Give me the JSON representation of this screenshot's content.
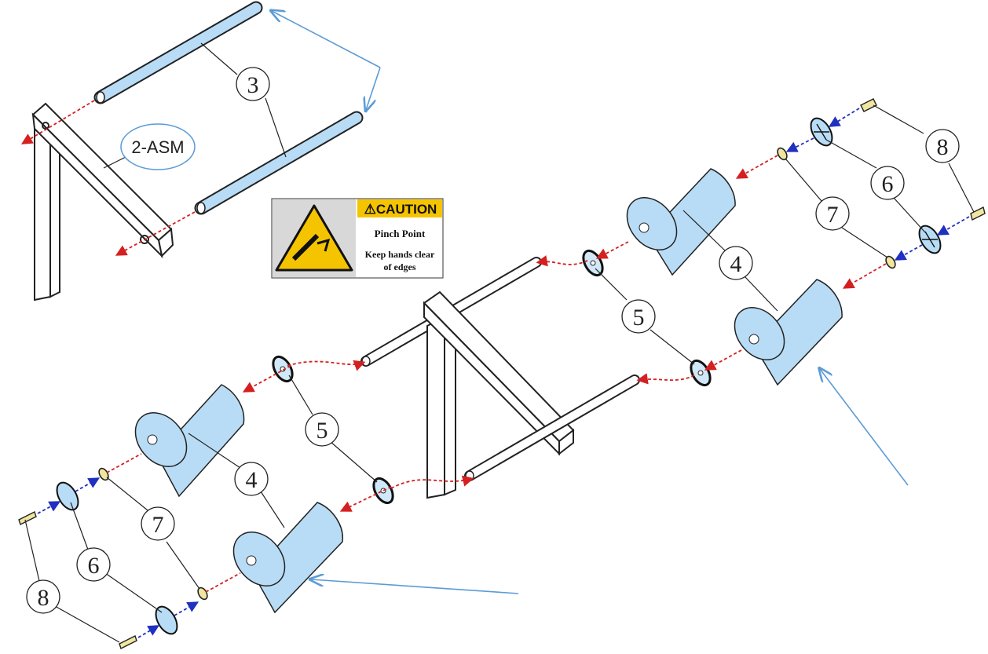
{
  "assembly_label": "2-ASM",
  "caution": {
    "header": "CAUTION",
    "title": "Pinch Point",
    "line1": "Keep hands clear",
    "line2": "of edges"
  },
  "callouts": {
    "c3": "3",
    "c4a": "4",
    "c4b": "4",
    "c5a": "5",
    "c5b": "5",
    "c6a": "6",
    "c6b": "6",
    "c7a": "7",
    "c7b": "7",
    "c8a": "8",
    "c8b": "8"
  },
  "colors": {
    "part_fill": "#b8dcf5",
    "leader_arrow": "#5b9bd5",
    "red_dash": "#d42020",
    "blue_dash": "#2030c0",
    "caution_yellow": "#f5c400",
    "washer_gold": "#f0e6a0"
  }
}
